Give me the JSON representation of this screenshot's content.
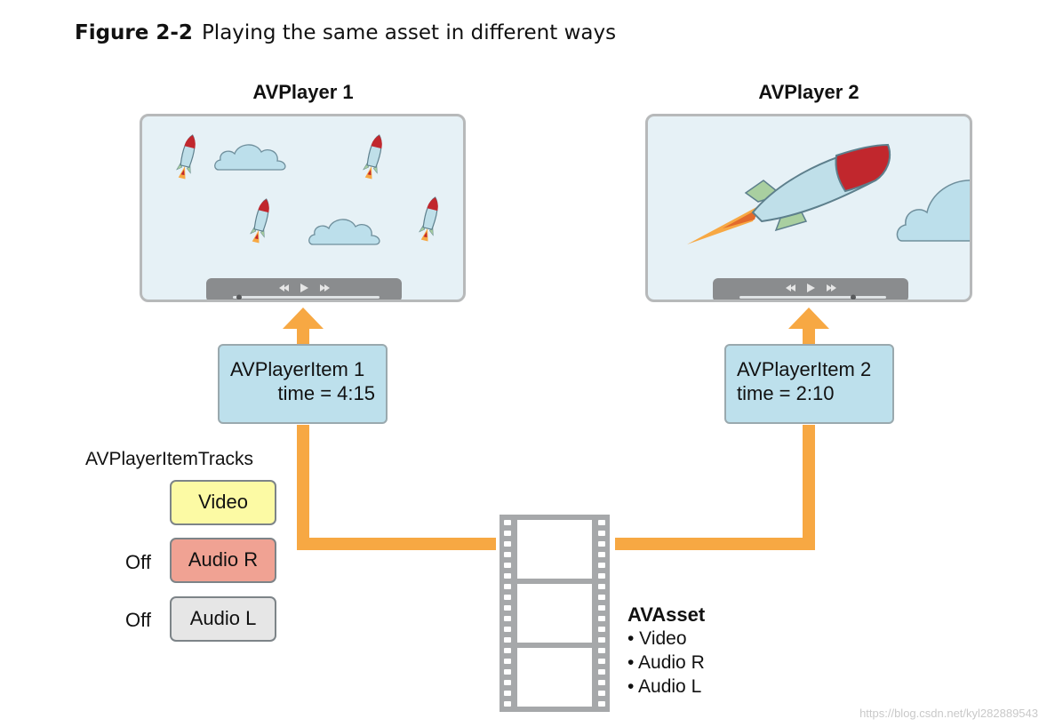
{
  "figure": {
    "number": "Figure 2-2",
    "caption": "Playing the same asset in different ways"
  },
  "players": [
    {
      "title": "AVPlayer 1",
      "controls": {
        "rewind_icon": "rewind-icon",
        "play_icon": "play-icon",
        "forward_icon": "fast-forward-icon"
      }
    },
    {
      "title": "AVPlayer 2",
      "controls": {
        "rewind_icon": "rewind-icon",
        "play_icon": "play-icon",
        "forward_icon": "fast-forward-icon"
      }
    }
  ],
  "player_items": [
    {
      "name": "AVPlayerItem 1",
      "time": "time = 4:15"
    },
    {
      "name": "AVPlayerItem 2",
      "time": "time = 2:10"
    }
  ],
  "tracks": {
    "heading": "AVPlayerItemTracks",
    "items": [
      {
        "label": "Video",
        "status": "",
        "color": "#fcfaa4"
      },
      {
        "label": "Audio R",
        "status": "Off",
        "color": "#f0a293"
      },
      {
        "label": "Audio L",
        "status": "Off",
        "color": "#e6e6e6"
      }
    ]
  },
  "asset": {
    "title": "AVAsset",
    "tracks": [
      "• Video",
      "• Audio R",
      "• Audio L"
    ]
  },
  "colors": {
    "arrow": "#f7a843",
    "screen_bg": "#e6f1f6",
    "item_box": "#bde0ec",
    "cloud": "#bcdfeb",
    "rocket_body": "#bfdfe9",
    "rocket_nose": "#c1272d"
  },
  "watermark": "https://blog.csdn.net/kyl282889543"
}
